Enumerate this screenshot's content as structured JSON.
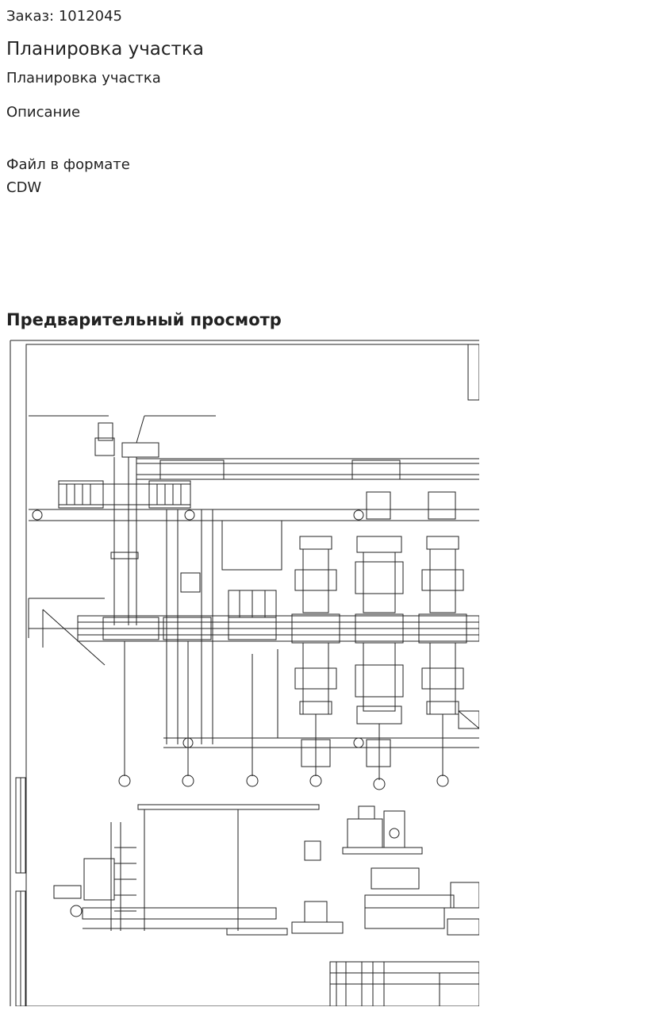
{
  "order": {
    "label": "Заказ:",
    "number": "1012045"
  },
  "page_title": "Планировка участка",
  "subtitle": "Планировка участка",
  "description_label": "Описание",
  "file_format": "Файл в формате CDW",
  "preview_heading": "Предварительный просмотр",
  "preview_image": {
    "icon": "cad-drawing-preview",
    "stroke_color": "#222222",
    "background": "#ffffff"
  }
}
